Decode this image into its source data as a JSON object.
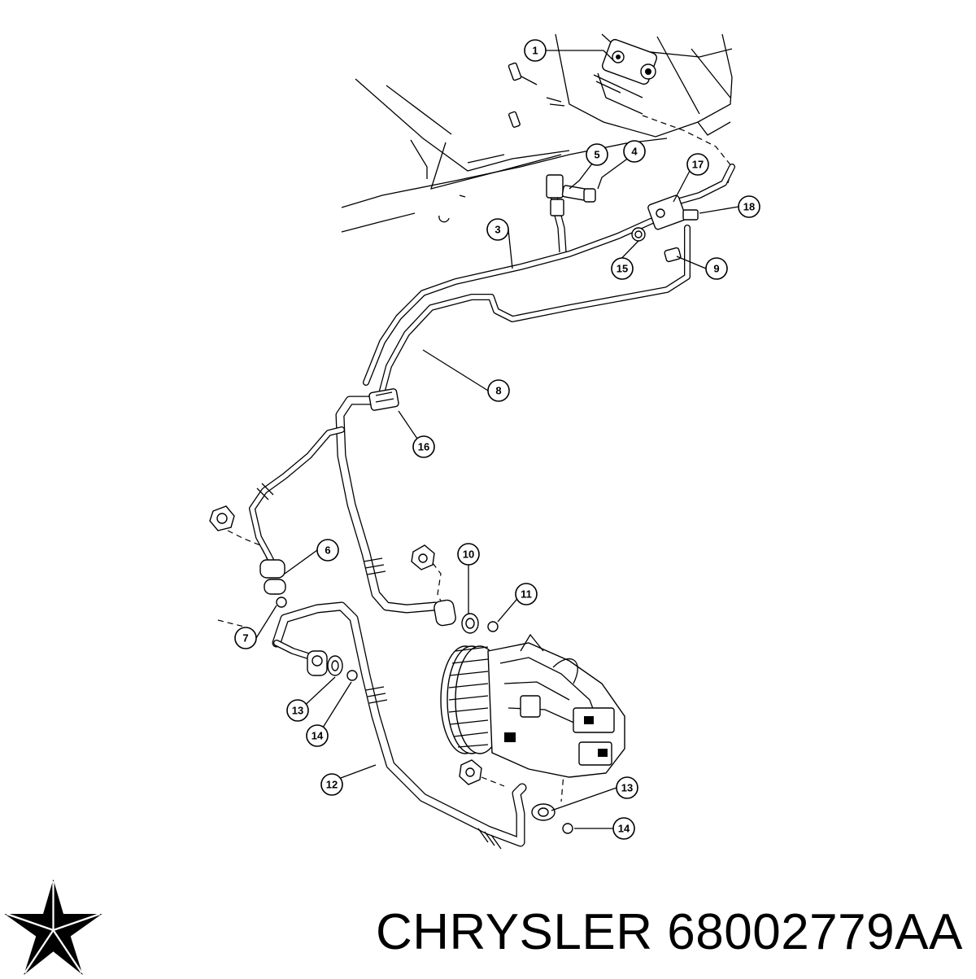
{
  "diagram": {
    "callouts": [
      {
        "id": "c1",
        "label": "1"
      },
      {
        "id": "c3",
        "label": "3"
      },
      {
        "id": "c4",
        "label": "4"
      },
      {
        "id": "c5",
        "label": "5"
      },
      {
        "id": "c6",
        "label": "6"
      },
      {
        "id": "c7",
        "label": "7"
      },
      {
        "id": "c8",
        "label": "8"
      },
      {
        "id": "c9",
        "label": "9"
      },
      {
        "id": "c10",
        "label": "10"
      },
      {
        "id": "c11",
        "label": "11"
      },
      {
        "id": "c12",
        "label": "12"
      },
      {
        "id": "c13a",
        "label": "13"
      },
      {
        "id": "c13b",
        "label": "13"
      },
      {
        "id": "c14a",
        "label": "14"
      },
      {
        "id": "c14b",
        "label": "14"
      },
      {
        "id": "c15",
        "label": "15"
      },
      {
        "id": "c16",
        "label": "16"
      },
      {
        "id": "c17",
        "label": "17"
      },
      {
        "id": "c18",
        "label": "18"
      }
    ]
  },
  "caption": {
    "brand": "CHRYSLER",
    "part_number": "68002779AA"
  },
  "logo": {
    "icon": "chrysler-pentastar-icon",
    "color": "#000000"
  }
}
